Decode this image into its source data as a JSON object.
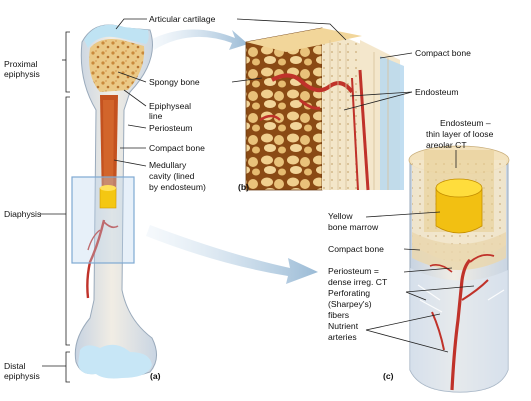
{
  "labels": {
    "proximal_epiphysis_1": "Proximal",
    "proximal_epiphysis_2": "epiphysis",
    "diaphysis": "Diaphysis",
    "distal_epiphysis_1": "Distal",
    "distal_epiphysis_2": "epiphysis",
    "articular_cartilage": "Articular cartilage",
    "spongy_bone": "Spongy bone",
    "epiphyseal_line_1": "Epiphyseal",
    "epiphyseal_line_2": "line",
    "periosteum": "Periosteum",
    "compact_bone_a": "Compact bone",
    "medullary_1": "Medullary",
    "medullary_2": "cavity (lined",
    "medullary_3": "by endosteum)",
    "compact_bone_b": "Compact bone",
    "endosteum_b": "Endosteum",
    "endosteum_c_1": "Endosteum –",
    "endosteum_c_2": "thin layer of loose",
    "endosteum_c_3": "areolar CT",
    "yellow_marrow_1": "Yellow",
    "yellow_marrow_2": "bone marrow",
    "compact_bone_c": "Compact bone",
    "periosteum_c_1": "Periosteum =",
    "periosteum_c_2": "dense irreg. CT",
    "perforating_1": "Perforating",
    "perforating_2": "(Sharpey's)",
    "perforating_3": "fibers",
    "nutrient_1": "Nutrient",
    "nutrient_2": "arteries"
  },
  "panels": {
    "a": "(a)",
    "b": "(b)",
    "c": "(c)"
  },
  "colors": {
    "bone": "#ece7dc",
    "bone_shade": "#c9d6e4",
    "spongy": "#e7c07a",
    "spongy_dark": "#c98a3c",
    "marrow_red": "#c4521f",
    "yellow_marrow": "#f4c712",
    "artery": "#c0322a",
    "arrow": "#8fb3d1",
    "cartilage": "#b9dff0",
    "box": "#9ec4e6"
  }
}
